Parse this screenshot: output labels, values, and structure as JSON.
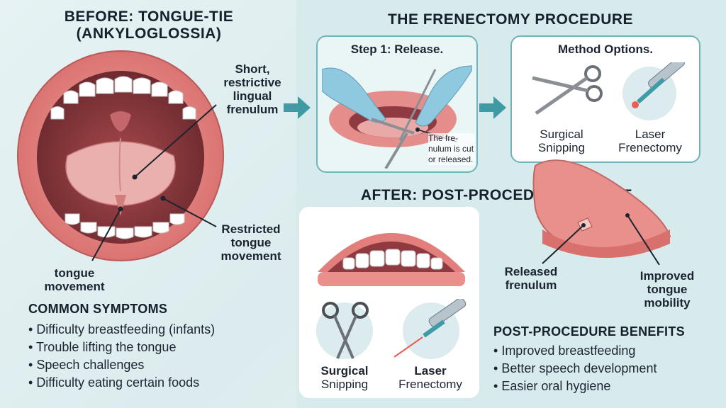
{
  "before": {
    "title_line1": "BEFORE: TONGUE-TIE",
    "title_line2": "(ANKYLOGLOSSIA)",
    "label_frenulum": [
      "Short,",
      "restrictive",
      "lingual",
      "frenulum"
    ],
    "label_restricted": [
      "Restricted",
      "tongue",
      "movement"
    ],
    "label_tongue": [
      "tongue",
      "movement"
    ]
  },
  "symptoms": {
    "title": "COMMON SYMPTOMS",
    "items": [
      "Difficulty breastfeeding (infants)",
      "Trouble lifting the tongue",
      "Speech challenges",
      "Difficulty eating certain foods"
    ]
  },
  "procedure": {
    "title": "THE FRENECTOMY PROCEDURE",
    "step1_title": "Step 1: Release.",
    "step1_caption": [
      "The fre-",
      "nulum is cut",
      "or released."
    ],
    "methods_title": "Method Options.",
    "method_surgical": [
      "Surgical",
      "Snipping"
    ],
    "method_laser": [
      "Laser",
      "Frenectomy"
    ]
  },
  "after": {
    "title": "AFTER: POST-PROCEDURE RESULT",
    "surgical": [
      "Surgical",
      "Snipping"
    ],
    "laser": [
      "Laser",
      "Frenectomy"
    ],
    "label_released": [
      "Released",
      "frenulum"
    ],
    "label_improved": [
      "Improved",
      "tongue",
      "mobility"
    ]
  },
  "benefits": {
    "title": "POST-PROCEDURE BENEFITS",
    "items": [
      "Improved breastfeeding",
      "Better speech development",
      "Easier oral hygiene"
    ]
  },
  "colors": {
    "accent_teal": "#3f9aa3",
    "lip_pink": "#e27f7c",
    "tongue_pink": "#e9a2a0"
  }
}
